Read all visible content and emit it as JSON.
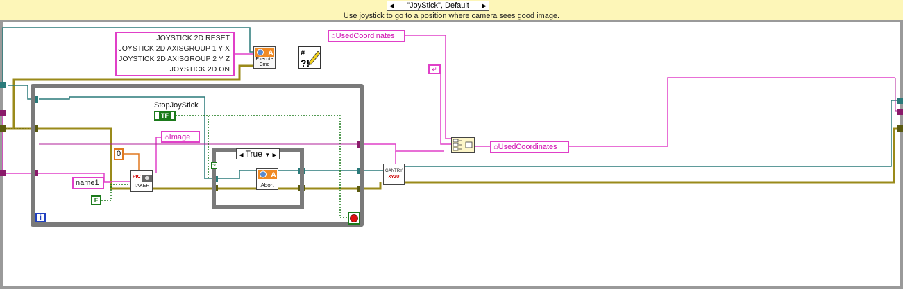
{
  "case_structure": {
    "selector_value": "\"JoyStick\", Default",
    "comment": "Use joystick to go to a position where camera sees good image."
  },
  "commands": {
    "multiline_string": [
      "JOYSTICK 2D RESET",
      "JOYSTICK 2D AXISGROUP 1 Y X",
      "JOYSTICK 2D AXISGROUP 2 Y Z",
      "JOYSTICK 2D ON"
    ],
    "execute_label": "Execute\nCmd"
  },
  "references": {
    "used_coordinates_top": "UsedCoordinates",
    "used_coordinates_right": "UsedCoordinates",
    "image": "Image"
  },
  "loop": {
    "stop_label": "StopJoyStick",
    "stop_terminal_text": "TF",
    "numeric_constant": "0",
    "name_constant": "name1",
    "boolean_constant": "F",
    "iteration_label": "i",
    "pic_taker_label": "PIC\nTAKER",
    "inner_case_value": "True",
    "abort_label": "Abort",
    "gantry_label": "GANTRY\nXYZU"
  },
  "colors": {
    "string_wire": "#e040c8",
    "error_wire": "#9a8a1a",
    "ref_wire": "#2a7a7a",
    "bool_wire": "#1b7a1b",
    "num_wire": "#e07820",
    "structure": "#7a7a7a"
  }
}
